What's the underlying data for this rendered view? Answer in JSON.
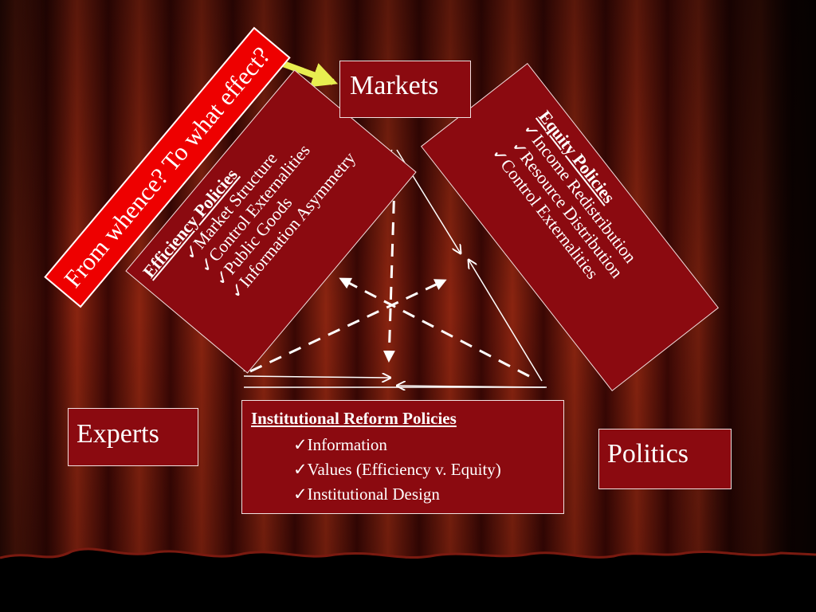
{
  "nodes": {
    "markets": "Markets",
    "experts": "Experts",
    "politics": "Politics"
  },
  "question": "From whence?  To what effect?",
  "efficiency": {
    "title": "Efficiency Policies",
    "items": [
      "Market Structure",
      "Control Externalities",
      "Public Goods",
      "Information Asymmetry"
    ]
  },
  "equity": {
    "title": "Equity Policies",
    "items": [
      "Income Redistribution",
      "Resource Distribution",
      "Control Externalities"
    ]
  },
  "reform": {
    "title": "Institutional Reform Policies",
    "items": [
      "Information",
      "Values (Efficiency v. Equity)",
      "Institutional Design"
    ]
  },
  "check": "✓",
  "colors": {
    "box_fill": "#8b0a10",
    "banner_fill": "#ee0000",
    "pointer_arrow": "#e8ee50",
    "curtain_dark": "#3a0704",
    "curtain_light": "#8a2410"
  }
}
